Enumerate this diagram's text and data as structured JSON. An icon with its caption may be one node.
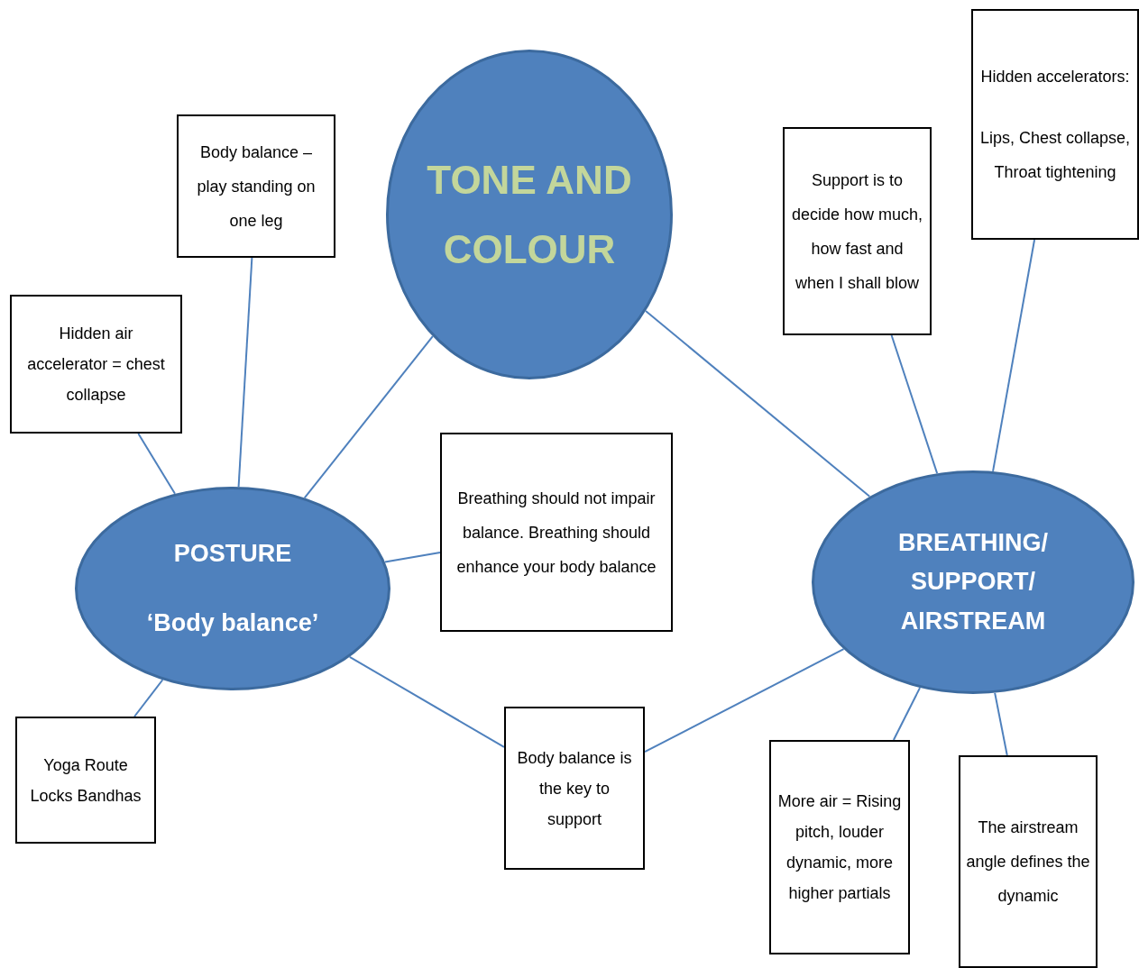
{
  "diagram": {
    "nodes": [
      {
        "text": [
          "TONE AND COLOUR"
        ]
      },
      {
        "text": [
          "POSTURE",
          "‘Body balance’"
        ]
      },
      {
        "text": [
          "BREATHING/ SUPPORT/ AIRSTREAM"
        ]
      },
      {
        "text": [
          "Body balance – play standing on one leg"
        ]
      },
      {
        "text": [
          "Hidden air accelerator = chest collapse"
        ]
      },
      {
        "text": [
          "Breathing should not impair balance. Breathing should enhance your body balance"
        ]
      },
      {
        "text": [
          "Yoga Route Locks Bandhas"
        ]
      },
      {
        "text": [
          "Body balance is the key to support"
        ]
      },
      {
        "text": [
          "Support is to decide how much, how fast and when I shall blow"
        ]
      },
      {
        "text": [
          "Hidden accelerators:",
          "Lips, Chest collapse, Throat tightening"
        ]
      },
      {
        "text": [
          "More air = Rising pitch, louder dynamic, more higher partials"
        ]
      },
      {
        "text": [
          "The airstream angle defines the dynamic"
        ]
      }
    ],
    "edges": [
      {
        "from": 0,
        "to": 1,
        "arrow": "none"
      },
      {
        "from": 0,
        "to": 2,
        "arrow": "none"
      },
      {
        "from": 1,
        "to": 3,
        "arrow": "none"
      },
      {
        "from": 1,
        "to": 4,
        "arrow": "none"
      },
      {
        "from": 1,
        "to": 5,
        "arrow": "none"
      },
      {
        "from": 1,
        "to": 6,
        "arrow": "none"
      },
      {
        "from": 1,
        "to": 7,
        "arrow": "none"
      },
      {
        "from": 7,
        "to": 2,
        "arrow": "none"
      },
      {
        "from": 2,
        "to": 8,
        "arrow": "none"
      },
      {
        "from": 2,
        "to": 9,
        "arrow": "none"
      },
      {
        "from": 2,
        "to": 10,
        "arrow": "none"
      },
      {
        "from": 2,
        "to": 11,
        "arrow": "none"
      }
    ]
  }
}
